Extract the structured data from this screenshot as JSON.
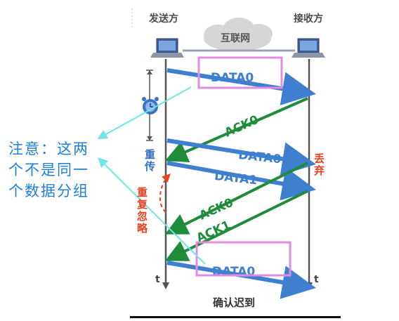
{
  "parties": {
    "sender": "发送方",
    "receiver": "接收方"
  },
  "cloud_label": "互联网",
  "messages": [
    {
      "label": "DATA0",
      "direction": "send"
    },
    {
      "label": "ACK0",
      "direction": "ack"
    },
    {
      "label": "DATA0",
      "direction": "send"
    },
    {
      "label": "DATA1",
      "direction": "send"
    },
    {
      "label": "ACK0",
      "direction": "ack"
    },
    {
      "label": "ACK1",
      "direction": "ack"
    },
    {
      "label": "DATA0",
      "direction": "send"
    }
  ],
  "retransmit_label": "重传",
  "discard_label": "丢弃",
  "ignore_label": "重复忽略",
  "time_label": "t",
  "caption": "确认迟到",
  "note": {
    "line1": "注意：这两",
    "line2": "个不是同一",
    "line3": "个数据分组"
  },
  "colors": {
    "data_arrow": "#3f7fd0",
    "ack_arrow": "#1e8c3a",
    "highlight": "#e28be0",
    "annotation_line": "#6ee6e6",
    "red_text": "#e8431e",
    "note_text": "#1f7fd6"
  }
}
